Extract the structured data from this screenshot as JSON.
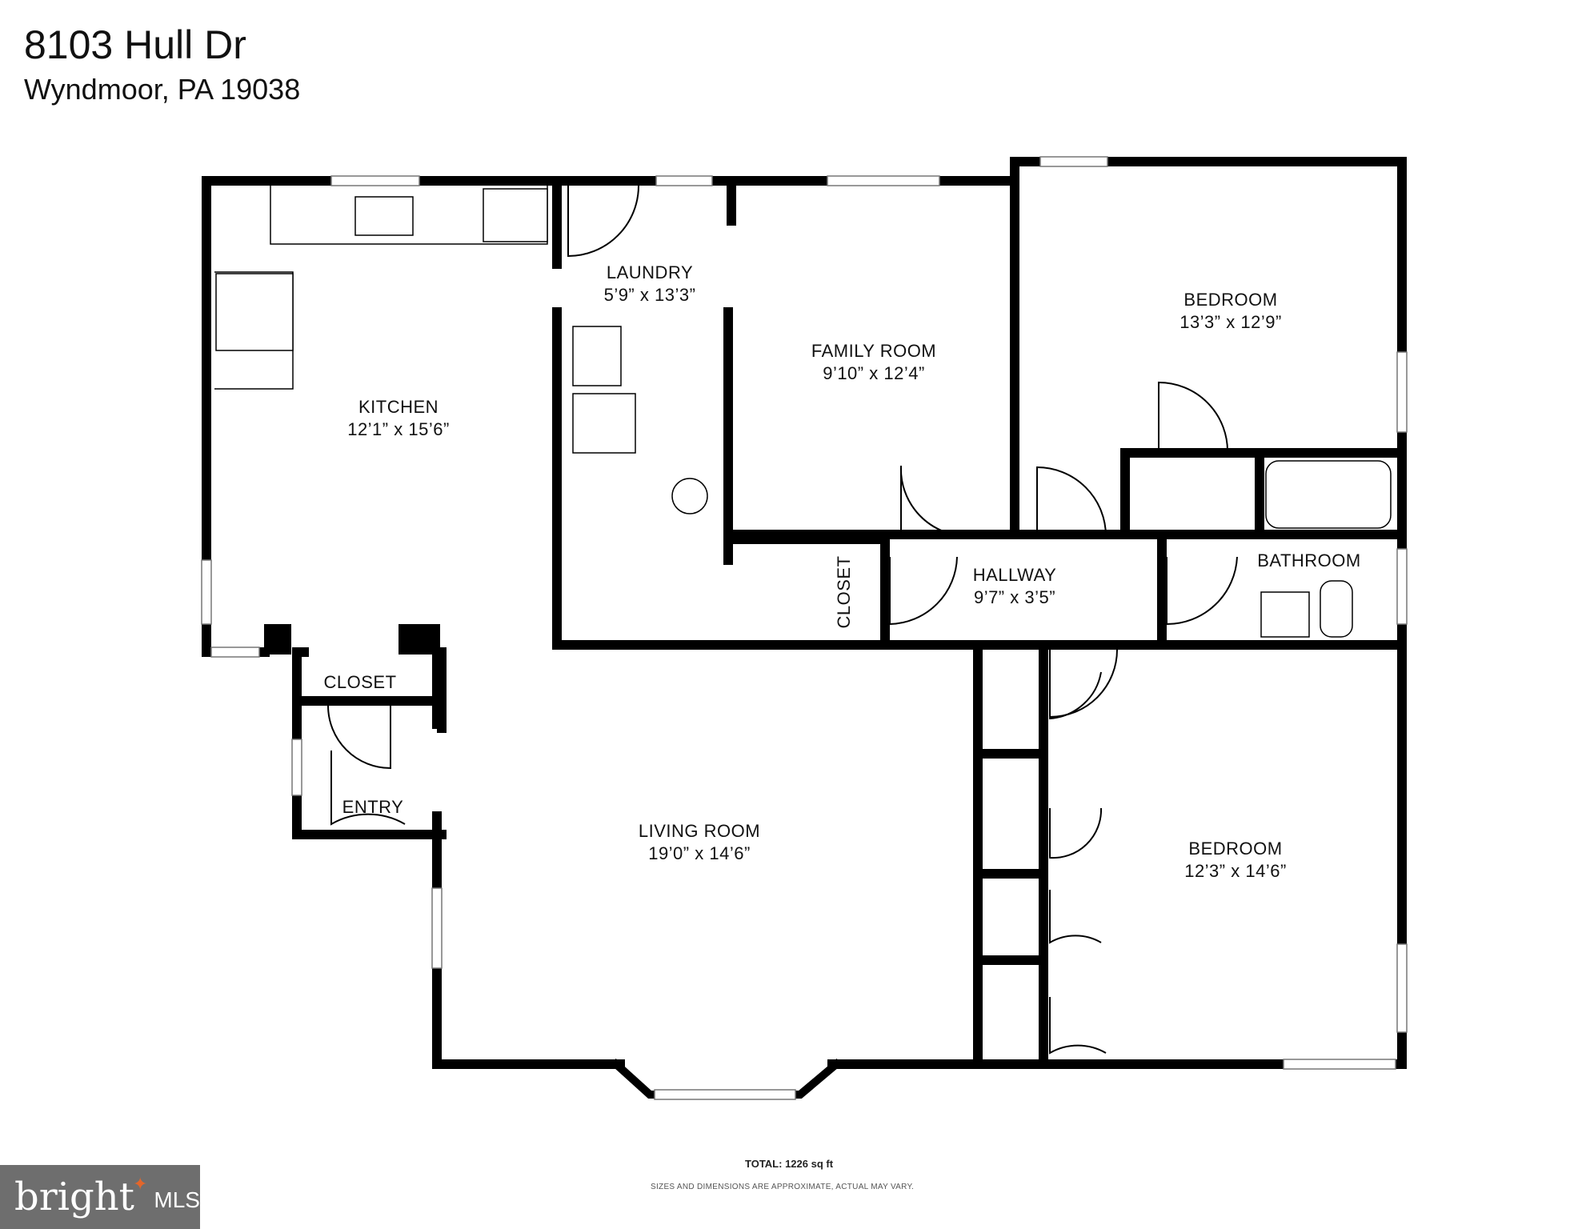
{
  "header": {
    "address": "8103 Hull Dr",
    "city": "Wyndmoor, PA 19038"
  },
  "rooms": {
    "kitchen": {
      "name": "KITCHEN",
      "size": "12’1” x 15’6”"
    },
    "laundry": {
      "name": "LAUNDRY",
      "size": "5’9” x 13’3”"
    },
    "family_room": {
      "name": "FAMILY ROOM",
      "size": "9’10” x 12’4”"
    },
    "bedroom_top": {
      "name": "BEDROOM",
      "size": "13’3” x 12’9”"
    },
    "closet_hall": {
      "name": "CLOSET"
    },
    "hallway": {
      "name": "HALLWAY",
      "size": "9’7” x 3’5”"
    },
    "bathroom": {
      "name": "BATHROOM"
    },
    "closet_entry": {
      "name": "CLOSET"
    },
    "entry": {
      "name": "ENTRY"
    },
    "living_room": {
      "name": "LIVING ROOM",
      "size": "19’0” x 14’6”"
    },
    "bedroom_bottom": {
      "name": "BEDROOM",
      "size": "12’3” x 14’6”"
    }
  },
  "footer": {
    "total": "TOTAL: 1226 sq ft",
    "disclaimer": "SIZES AND DIMENSIONS ARE APPROXIMATE, ACTUAL MAY VARY."
  },
  "logo": {
    "text": "bright",
    "suffix": "MLS",
    "accent_color": "#e3662b"
  },
  "colors": {
    "wall": "#000000",
    "background": "#ffffff",
    "logo_bg": "#6e6e6e"
  }
}
